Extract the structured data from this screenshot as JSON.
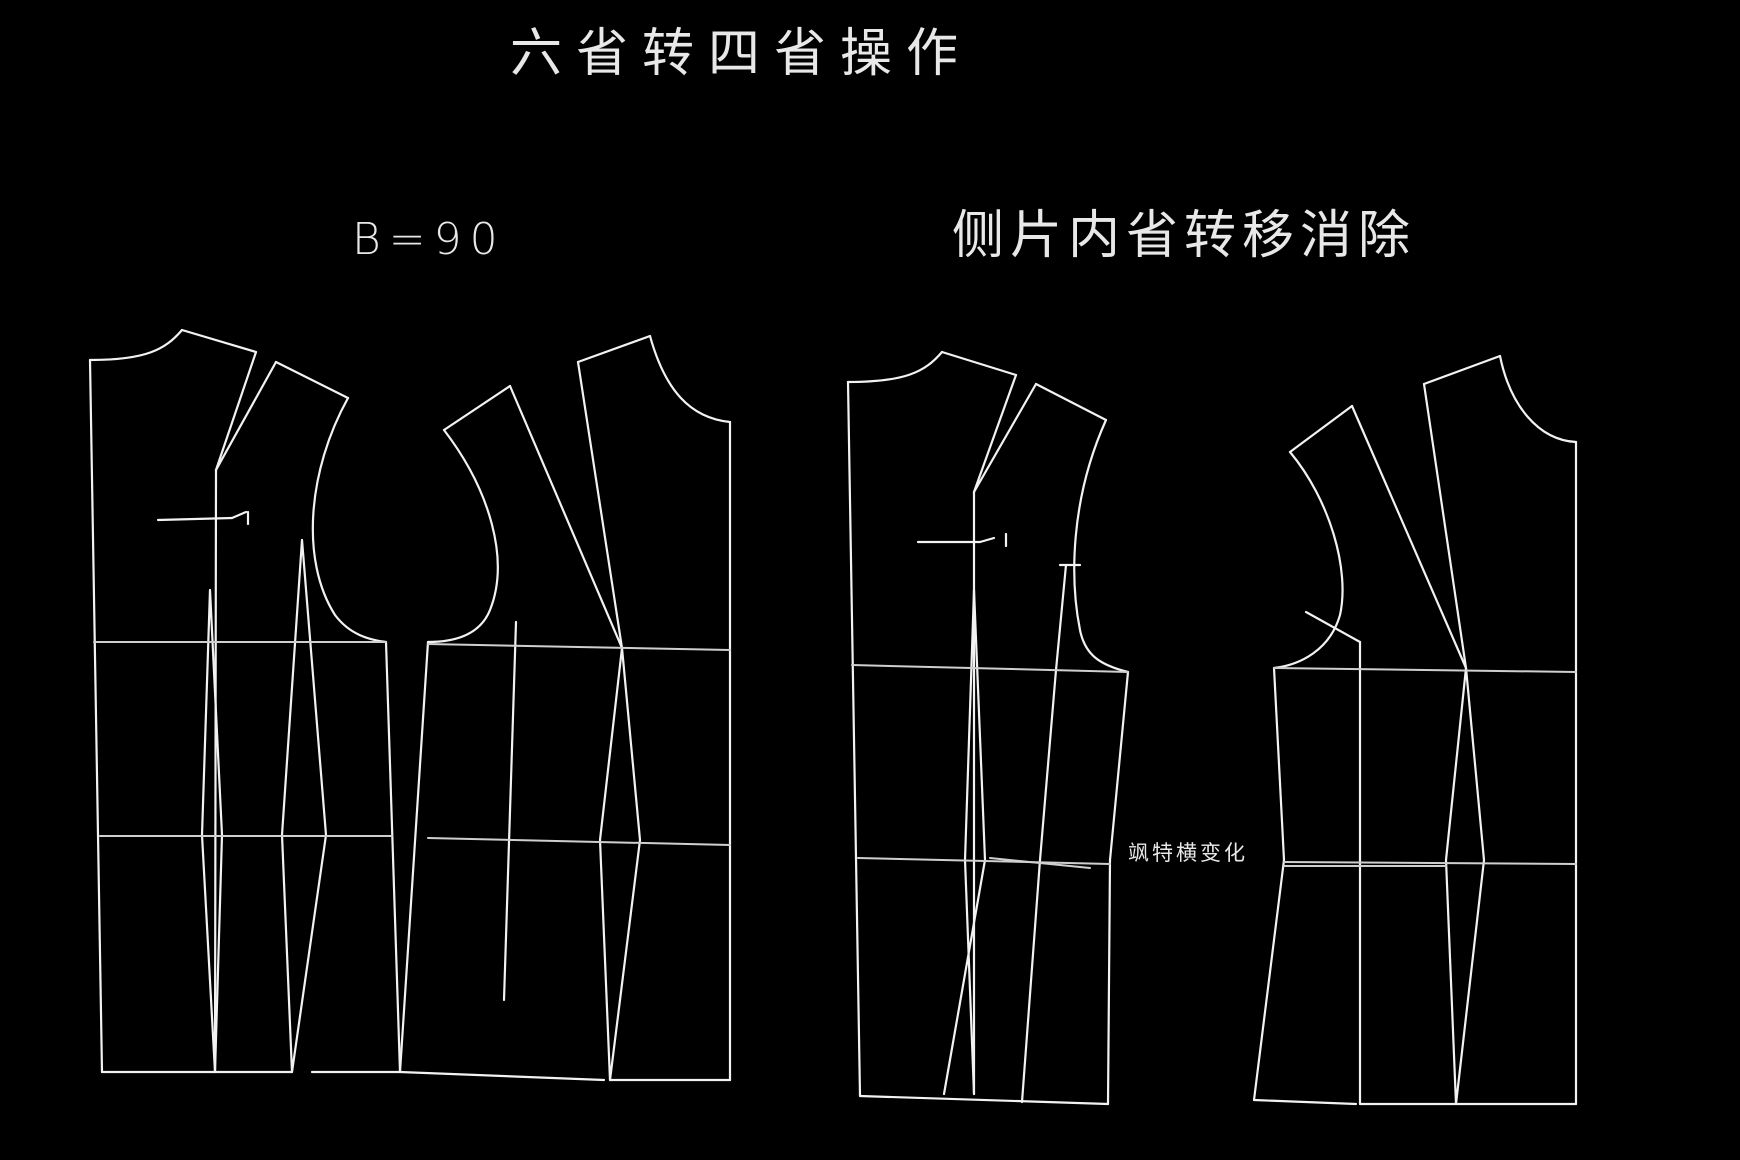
{
  "header": {
    "title": "六省转四省操作",
    "bust_measure": "B=90",
    "subtitle": "侧片内省转移消除"
  },
  "annotations": {
    "side_note": "飒特横变化"
  },
  "colors": {
    "background": "#000000",
    "line": "#f2f2f2"
  }
}
